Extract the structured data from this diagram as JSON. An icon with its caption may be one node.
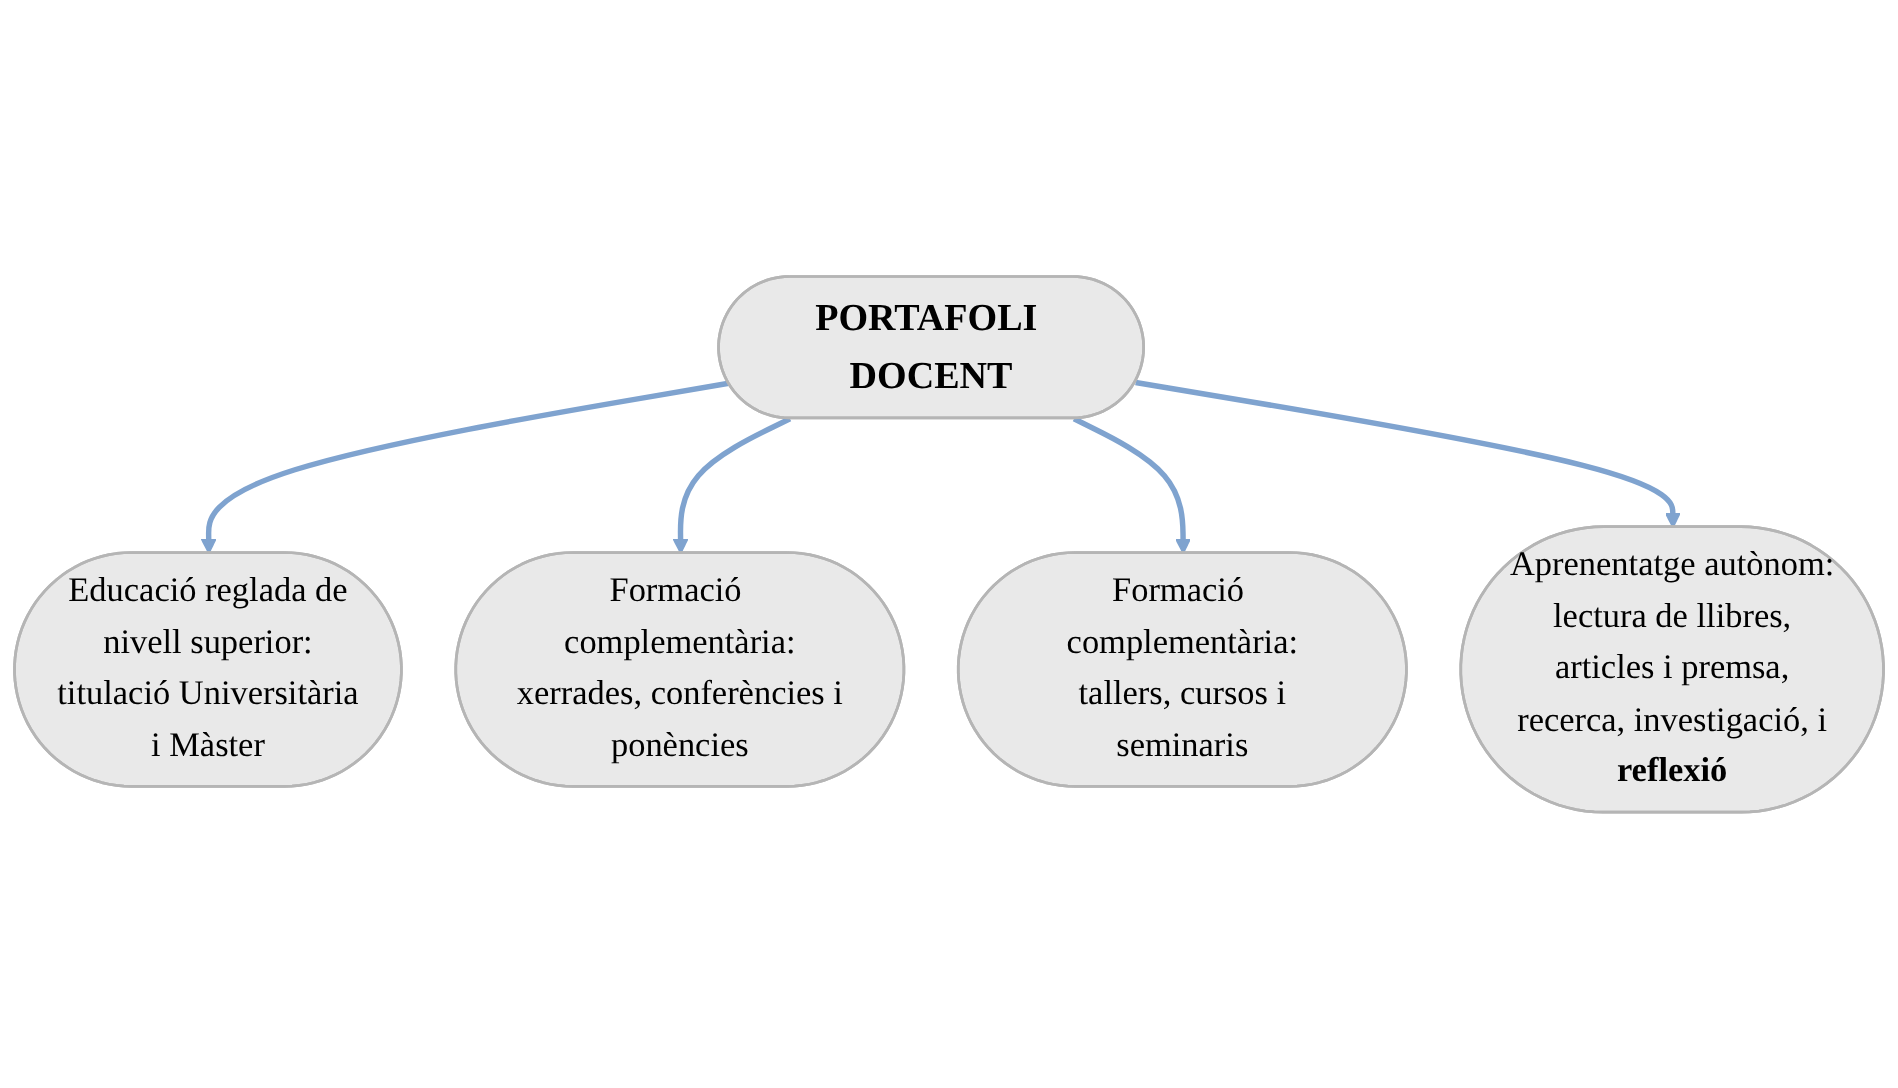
{
  "diagram": {
    "nodes": [
      {
        "text": [
          "Educació reglada de nivell superior: titulació Universitària i Màster"
        ]
      },
      {
        "text": [
          "Formació complementària: xerrades, conferències i ponències"
        ]
      },
      {
        "text": [
          "PORTAFOLI DOCENT"
        ]
      },
      {
        "text": [
          "Formació complementària: tallers, cursos i seminaris"
        ]
      },
      {
        "text": [
          "Aprenentatge autònom: lectura de llibres, articles i premsa, recerca, investigació, i **reflexió**"
        ]
      }
    ],
    "edges": [
      {
        "from": 2,
        "to": 0,
        "arrow": "to"
      },
      {
        "from": 2,
        "to": 1,
        "arrow": "to"
      },
      {
        "from": 2,
        "to": 3,
        "arrow": "to"
      },
      {
        "from": 2,
        "to": 4,
        "arrow": "to"
      }
    ]
  }
}
